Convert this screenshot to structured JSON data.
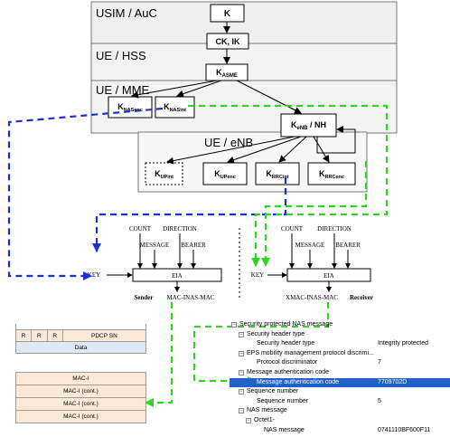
{
  "layers": {
    "usim_auc": "USIM / AuC",
    "ue_hss": "UE / HSS",
    "ue_mme": "UE / MME",
    "ue_enb": "UE / eNB"
  },
  "keys": {
    "k": "K",
    "ck_ik": "CK, IK",
    "kasme": {
      "main": "K",
      "sub": "ASME"
    },
    "knasenc": {
      "main": "K",
      "sub": "NASenc"
    },
    "knasint": {
      "main": "K",
      "sub": "NASint"
    },
    "kenb": {
      "main": "K",
      "sub": "eNB",
      "suffix": " / NH"
    },
    "kupint": {
      "main": "K",
      "sub": "UPint"
    },
    "kupenc": {
      "main": "K",
      "sub": "UPenc"
    },
    "krrcint": {
      "main": "K",
      "sub": "RRCint"
    },
    "krrcenc": {
      "main": "K",
      "sub": "RRCenc"
    }
  },
  "sender": {
    "inputs": [
      "COUNT",
      "DIRECTION",
      "MESSAGE",
      "BEARER"
    ],
    "key": "KEY",
    "eia": "EIA",
    "caption": "Sender",
    "output": "MAC-INAS-MAC"
  },
  "receiver": {
    "inputs": [
      "COUNT",
      "DIRECTION",
      "MESSAGE",
      "BEARER"
    ],
    "key": "KEY",
    "eia": "EIA",
    "caption": "Receiver",
    "output": "XMAC-INAS-MAC"
  },
  "pdcp_pdu": {
    "header": [
      "R",
      "R",
      "R",
      "PDCP SN"
    ],
    "data": "Data",
    "mac_rows": [
      "MAC-I",
      "MAC-I (cont.)",
      "MAC-I (cont.)",
      "MAC-I (cont.)"
    ]
  },
  "nas_tree": [
    {
      "label": "Security protected NAS message",
      "value": ""
    },
    {
      "label": "Security header type",
      "value": ""
    },
    {
      "label": "Security header type",
      "value": "Integrity protected"
    },
    {
      "label": "EPS mobility management protocol discrimi...",
      "value": ""
    },
    {
      "label": "Protocol discriminator",
      "value": "7"
    },
    {
      "label": "Message authentication code",
      "value": ""
    },
    {
      "label": "Message authentication code",
      "value": "7709702D"
    },
    {
      "label": "Sequence number",
      "value": ""
    },
    {
      "label": "Sequence number",
      "value": "5"
    },
    {
      "label": "NAS message",
      "value": ""
    },
    {
      "label": "Octet1-",
      "value": ""
    },
    {
      "label": "NAS message",
      "value": "0741110BF600F11"
    }
  ],
  "colors": {
    "blue_dashed": "#1a2fd6",
    "green_dashed": "#2fd51e",
    "selection": "#1f62c7"
  }
}
